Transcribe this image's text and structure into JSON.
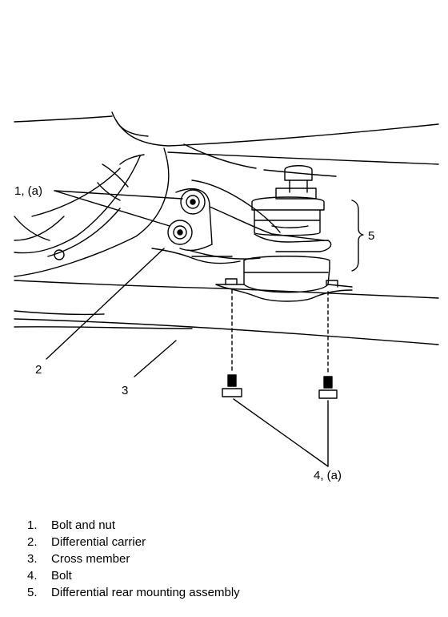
{
  "callouts": {
    "c1": "1, (a)",
    "c2": "2",
    "c3": "3",
    "c4": "4, (a)",
    "c5": "5"
  },
  "legend": [
    {
      "num": "1.",
      "text": "Bolt and nut"
    },
    {
      "num": "2.",
      "text": "Differential carrier"
    },
    {
      "num": "3.",
      "text": "Cross member"
    },
    {
      "num": "4.",
      "text": "Bolt"
    },
    {
      "num": "5.",
      "text": "Differential rear mounting assembly"
    }
  ]
}
